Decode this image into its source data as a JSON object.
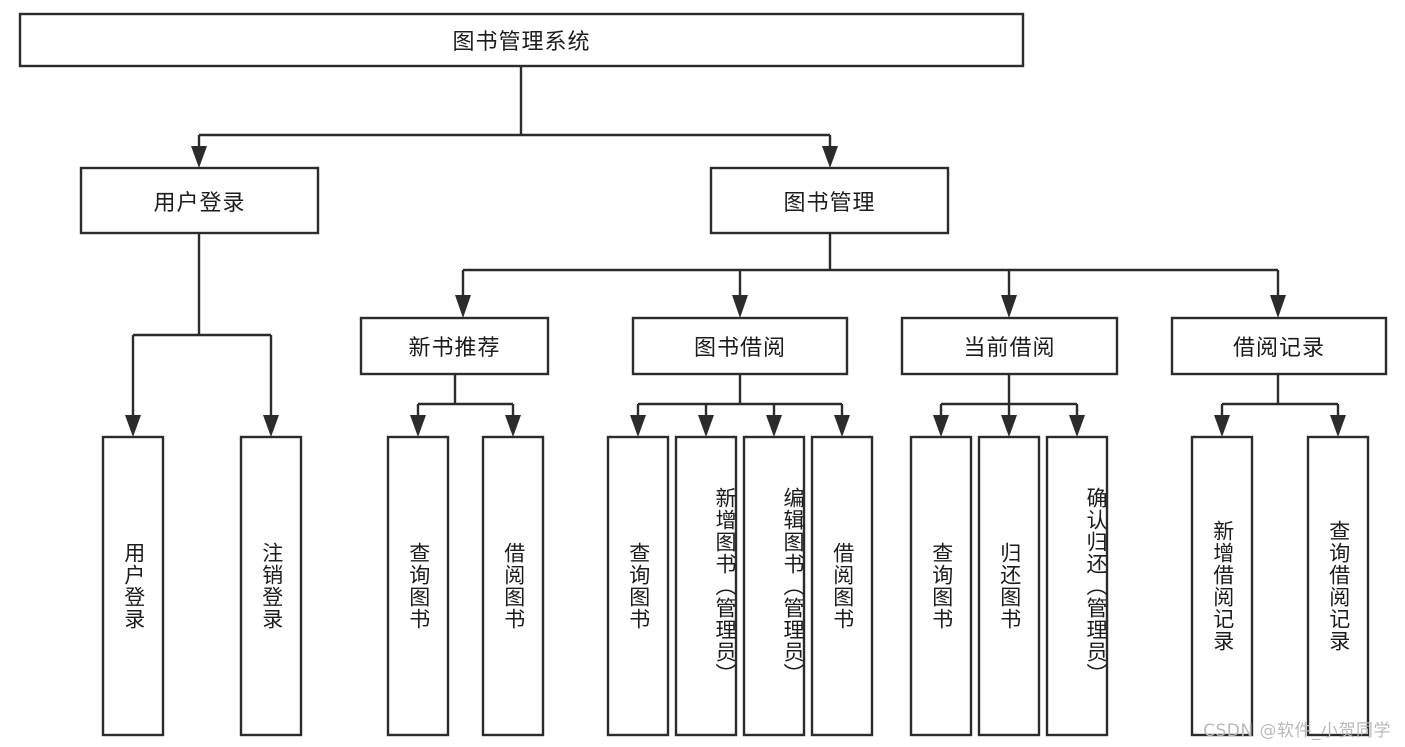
{
  "diagram": {
    "type": "hierarchy-tree",
    "title": "图书管理系统",
    "watermark": "CSDN @软件_小贺同学",
    "colors": {
      "stroke": "#2b2b2b",
      "fill": "#ffffff",
      "text": "#1c1c1c",
      "watermark": "#b9b9b9",
      "background": "#ffffff"
    },
    "levels": {
      "root": "图书管理系统",
      "level2": [
        "用户登录",
        "图书管理"
      ],
      "level3": [
        "新书推荐",
        "图书借阅",
        "当前借阅",
        "借阅记录"
      ]
    },
    "nodes": {
      "root": {
        "label": "图书管理系统"
      },
      "user_login": {
        "label": "用户登录"
      },
      "book_manage": {
        "label": "图书管理"
      },
      "new_book_rec": {
        "label": "新书推荐"
      },
      "book_borrow": {
        "label": "图书借阅"
      },
      "current_borrow": {
        "label": "当前借阅"
      },
      "borrow_record": {
        "label": "借阅记录"
      },
      "leaf_user_login": {
        "label": "用户登录"
      },
      "leaf_logout": {
        "label": "注销登录"
      },
      "leaf_query_book_a": {
        "label": "查询图书"
      },
      "leaf_borrow_book_a": {
        "label": "借阅图书"
      },
      "leaf_query_book_b": {
        "label": "查询图书"
      },
      "leaf_add_book": {
        "label": "新增图书（管理员）"
      },
      "leaf_edit_book": {
        "label": "编辑图书（管理员）"
      },
      "leaf_borrow_book_b": {
        "label": "借阅图书"
      },
      "leaf_query_book_c": {
        "label": "查询图书"
      },
      "leaf_return_book": {
        "label": "归还图书"
      },
      "leaf_confirm_return": {
        "label": "确认归还（管理员）"
      },
      "leaf_add_record": {
        "label": "新增借阅记录"
      },
      "leaf_query_record": {
        "label": "查询借阅记录"
      }
    },
    "edges": [
      {
        "from": "root",
        "to": "user_login"
      },
      {
        "from": "root",
        "to": "book_manage"
      },
      {
        "from": "user_login",
        "to": "leaf_user_login"
      },
      {
        "from": "user_login",
        "to": "leaf_logout"
      },
      {
        "from": "book_manage",
        "to": "new_book_rec"
      },
      {
        "from": "book_manage",
        "to": "book_borrow"
      },
      {
        "from": "book_manage",
        "to": "current_borrow"
      },
      {
        "from": "book_manage",
        "to": "borrow_record"
      },
      {
        "from": "new_book_rec",
        "to": "leaf_query_book_a"
      },
      {
        "from": "new_book_rec",
        "to": "leaf_borrow_book_a"
      },
      {
        "from": "book_borrow",
        "to": "leaf_query_book_b"
      },
      {
        "from": "book_borrow",
        "to": "leaf_add_book"
      },
      {
        "from": "book_borrow",
        "to": "leaf_edit_book"
      },
      {
        "from": "book_borrow",
        "to": "leaf_borrow_book_b"
      },
      {
        "from": "current_borrow",
        "to": "leaf_query_book_c"
      },
      {
        "from": "current_borrow",
        "to": "leaf_return_book"
      },
      {
        "from": "current_borrow",
        "to": "leaf_confirm_return"
      },
      {
        "from": "borrow_record",
        "to": "leaf_add_record"
      },
      {
        "from": "borrow_record",
        "to": "leaf_query_record"
      }
    ]
  }
}
